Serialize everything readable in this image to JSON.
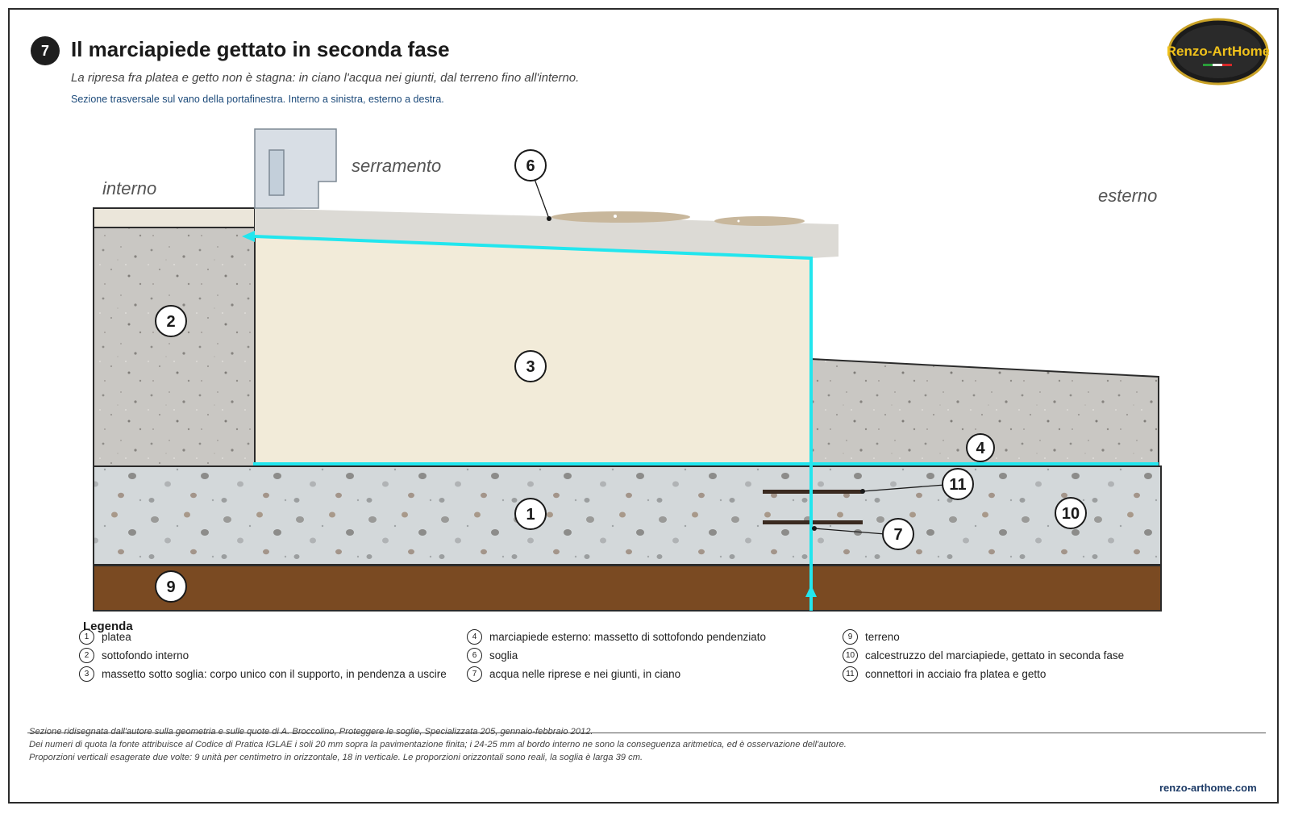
{
  "header": {
    "number": "7",
    "title": "Il marciapiede gettato in seconda fase",
    "subtitle": "La ripresa fra platea e getto non è stagna: in ciano l'acqua nei giunti, dal terreno fino all'interno.",
    "caption": "Sezione trasversale sul vano della portafinestra. Interno a sinistra, esterno a destra."
  },
  "logo": {
    "text": "Renzo-ArtHome"
  },
  "drawing": {
    "labels": {
      "interno": "interno",
      "serramento": "serramento",
      "esterno": "esterno"
    },
    "callouts": [
      "1",
      "2",
      "3",
      "4",
      "6",
      "7",
      "9",
      "10",
      "11"
    ],
    "colors": {
      "water": "#22e6ee",
      "soil": "#7a4a22",
      "platea": "#d3d8da",
      "screed": "#f2ebd9",
      "threshold": "#dcdad5",
      "concrete": "#c9c7c3",
      "stone_stain": "#c8b79c"
    }
  },
  "legend": {
    "title": "Legenda",
    "items": [
      {
        "n": "1",
        "text": "platea"
      },
      {
        "n": "2",
        "text": "sottofondo interno"
      },
      {
        "n": "3",
        "text": "massetto sotto soglia: corpo unico con il supporto, in pendenza a uscire"
      },
      {
        "n": "4",
        "text": "marciapiede esterno: massetto di sottofondo pendenziato"
      },
      {
        "n": "6",
        "text": "soglia"
      },
      {
        "n": "7",
        "text": "acqua nelle riprese e nei giunti, in ciano"
      },
      {
        "n": "9",
        "text": "terreno"
      },
      {
        "n": "10",
        "text": "calcestruzzo del marciapiede, gettato in seconda fase"
      },
      {
        "n": "11",
        "text": "connettori in acciaio fra platea e getto"
      }
    ]
  },
  "footer": {
    "notes": [
      "Sezione ridisegnata dall'autore sulla geometria e sulle quote di A. Broccolino, Proteggere le soglie, Specializzata 205, gennaio-febbraio 2012.",
      "Dei numeri di quota la fonte attribuisce al Codice di Pratica IGLAE i soli 20 mm sopra la pavimentazione finita; i 24-25 mm al bordo interno ne sono la conseguenza aritmetica, ed è osservazione dell'autore.",
      "Proporzioni verticali esagerate due volte: 9 unità per centimetro in orizzontale, 18 in verticale. Le proporzioni orizzontali sono reali, la soglia è larga 39 cm."
    ],
    "site": "renzo-arthome.com"
  }
}
